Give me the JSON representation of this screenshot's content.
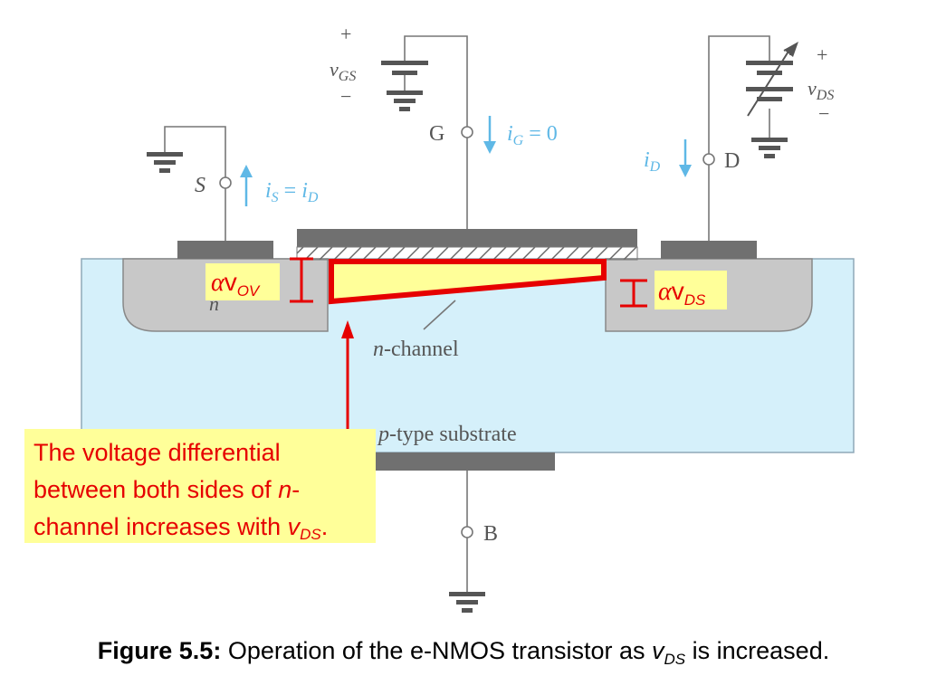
{
  "terminals": {
    "source": "S",
    "gate": "G",
    "drain": "D",
    "body": "B"
  },
  "sources": {
    "vgs": {
      "plus": "+",
      "minus": "−",
      "label": "v",
      "sub": "GS"
    },
    "vds": {
      "plus": "+",
      "minus": "−",
      "label": "v",
      "sub": "DS"
    }
  },
  "currents": {
    "is": {
      "label": "i",
      "sub": "S",
      "eq": " = ",
      "rhs": "i",
      "rhs_sub": "D"
    },
    "ig": {
      "label": "i",
      "sub": "G",
      "eq": " = 0"
    },
    "id": {
      "label": "i",
      "sub": "D"
    }
  },
  "regions": {
    "source_region": "n",
    "channel_label_italic": "n",
    "channel_label_rest": "-channel",
    "substrate_label_italic": "p",
    "substrate_label_rest": "-type substrate"
  },
  "annotations": {
    "alpha_vov": {
      "alpha": "α",
      "v": "v",
      "sub": "OV"
    },
    "alpha_vds": {
      "alpha": "α",
      "v": "v",
      "sub": "DS"
    }
  },
  "callout": {
    "line1": "The voltage differential",
    "line2_a": "between both sides of ",
    "line2_b": "n",
    "line2_c": "-",
    "line3_a": "channel increases with ",
    "line3_v": "v",
    "line3_sub": "DS",
    "line3_end": "."
  },
  "caption": {
    "bold": "Figure 5.5:",
    "text_a": " Operation of the e-NMOS transistor as ",
    "v": "v",
    "sub": "DS",
    "text_b": " is increased."
  },
  "colors": {
    "substrate": "#d5f0fa",
    "n_region": "#c8c8c8",
    "metal": "#707070",
    "wire": "#777777",
    "accent_red": "#e60000",
    "highlight_yellow": "#ffff99",
    "current_blue": "#5fb8e6"
  }
}
